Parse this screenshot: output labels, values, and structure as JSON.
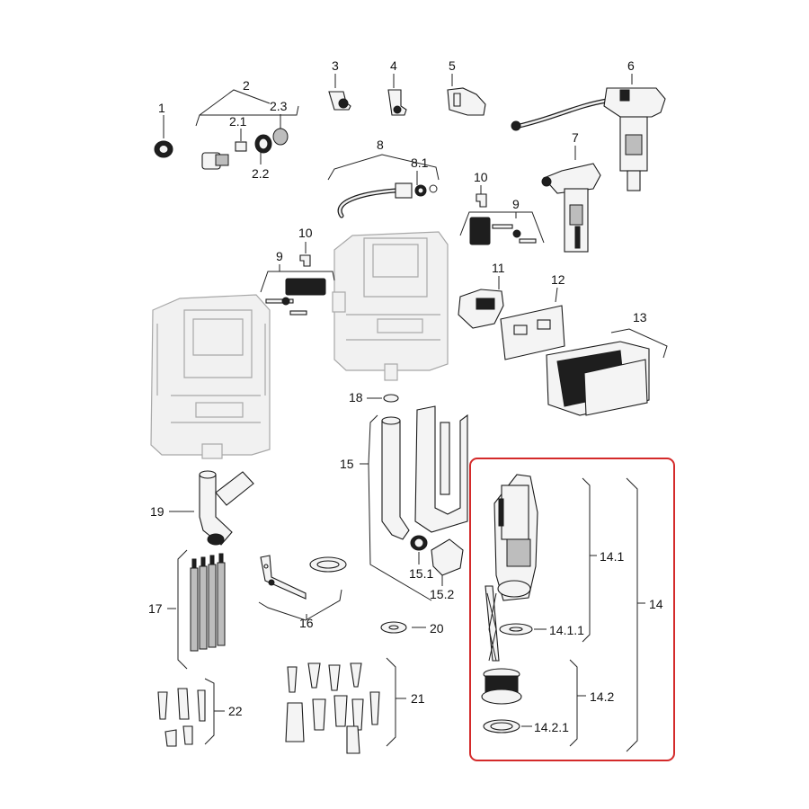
{
  "diagram": {
    "highlight_color": "#d42a2a",
    "labels": {
      "p1": "1",
      "p2": "2",
      "p2_1": "2.1",
      "p2_2": "2.2",
      "p2_3": "2.3",
      "p3": "3",
      "p4": "4",
      "p5": "5",
      "p6": "6",
      "p7": "7",
      "p8": "8",
      "p8_1": "8.1",
      "p9a": "9",
      "p9b": "9",
      "p10a": "10",
      "p10b": "10",
      "p11": "11",
      "p12": "12",
      "p13": "13",
      "p14": "14",
      "p14_1": "14.1",
      "p14_1_1": "14.1.1",
      "p14_2": "14.2",
      "p14_2_1": "14.2.1",
      "p15": "15",
      "p15_1": "15.1",
      "p15_2": "15.2",
      "p16": "16",
      "p17": "17",
      "p18": "18",
      "p19": "19",
      "p20": "20",
      "p21": "21",
      "p22": "22"
    }
  }
}
